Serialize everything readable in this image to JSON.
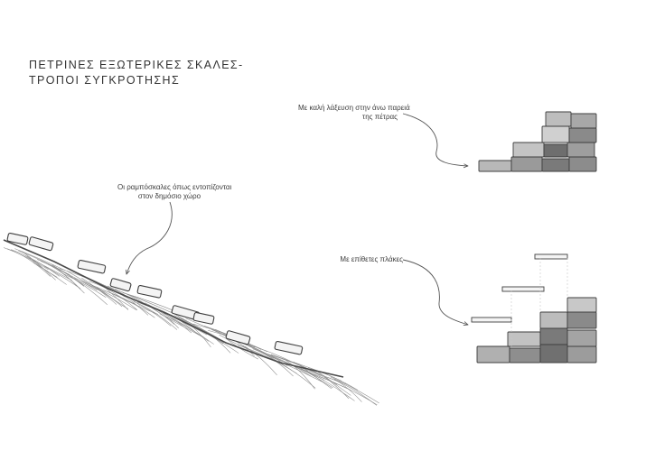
{
  "title": {
    "line1": "ΠΕΤΡΙΝΕΣ ΕΞΩΤΕΡΙΚΕΣ ΣΚΑΛΕΣ-",
    "line2": "ΤΡΟΠΟΙ ΣΥΓΚΡΟΤΗΣΗΣ"
  },
  "annotations": {
    "top_right": {
      "line1": "Με καλή λάξευση στην άνω παρειά",
      "line2": "της πέτρας"
    },
    "left": {
      "line1": "Οι ραμπόσκαλες όπως εντοπίζονται",
      "line2": "στον δημόσιο χώρο"
    },
    "bottom_right": {
      "line1": "Με επίθετες πλάκες"
    }
  },
  "colors": {
    "ink": "#3a3a3a",
    "graphite_dark": "#4a4a4a",
    "graphite_mid": "#8a8a8a",
    "graphite_light": "#c8c8c8",
    "stone_fill": "#f4f4f4"
  }
}
